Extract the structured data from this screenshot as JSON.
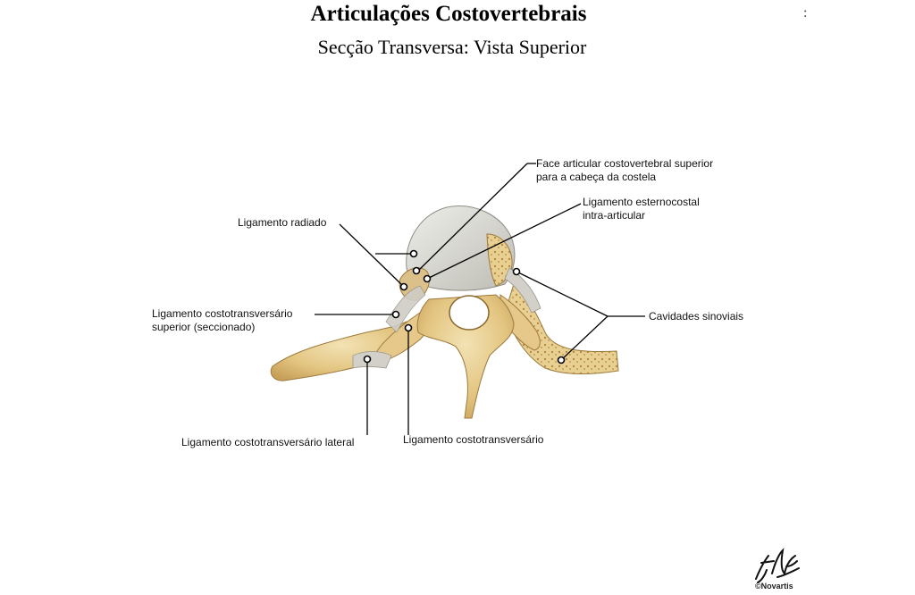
{
  "title": "Articulações Costovertebrais",
  "subtitle": "Secção Transversa: Vista Superior",
  "corner_mark": ":",
  "labels": {
    "face_articular": {
      "line1": "Face articular costovertebral superior",
      "line2": "para a cabeça da costela"
    },
    "lig_esternocostal": {
      "line1": "Ligamento esternocostal",
      "line2": "intra-articular"
    },
    "lig_radiado": {
      "line1": "Ligamento radiado"
    },
    "lig_costotransv_superior": {
      "line1": "Ligamento costotransversário",
      "line2": "superior (seccionado)"
    },
    "cavidades_sinoviais": {
      "line1": "Cavidades sinoviais"
    },
    "lig_costotransv_lateral": {
      "line1": "Ligamento costotransversário lateral"
    },
    "lig_costotransv": {
      "line1": "Ligamento costotransversário"
    }
  },
  "copyright": "©Novartis",
  "colors": {
    "bone": "#e6c98a",
    "bone_dark": "#c29a52",
    "cartilage": "#d7d6cf",
    "ligament": "#c9c7bf",
    "leader": "#000000"
  }
}
